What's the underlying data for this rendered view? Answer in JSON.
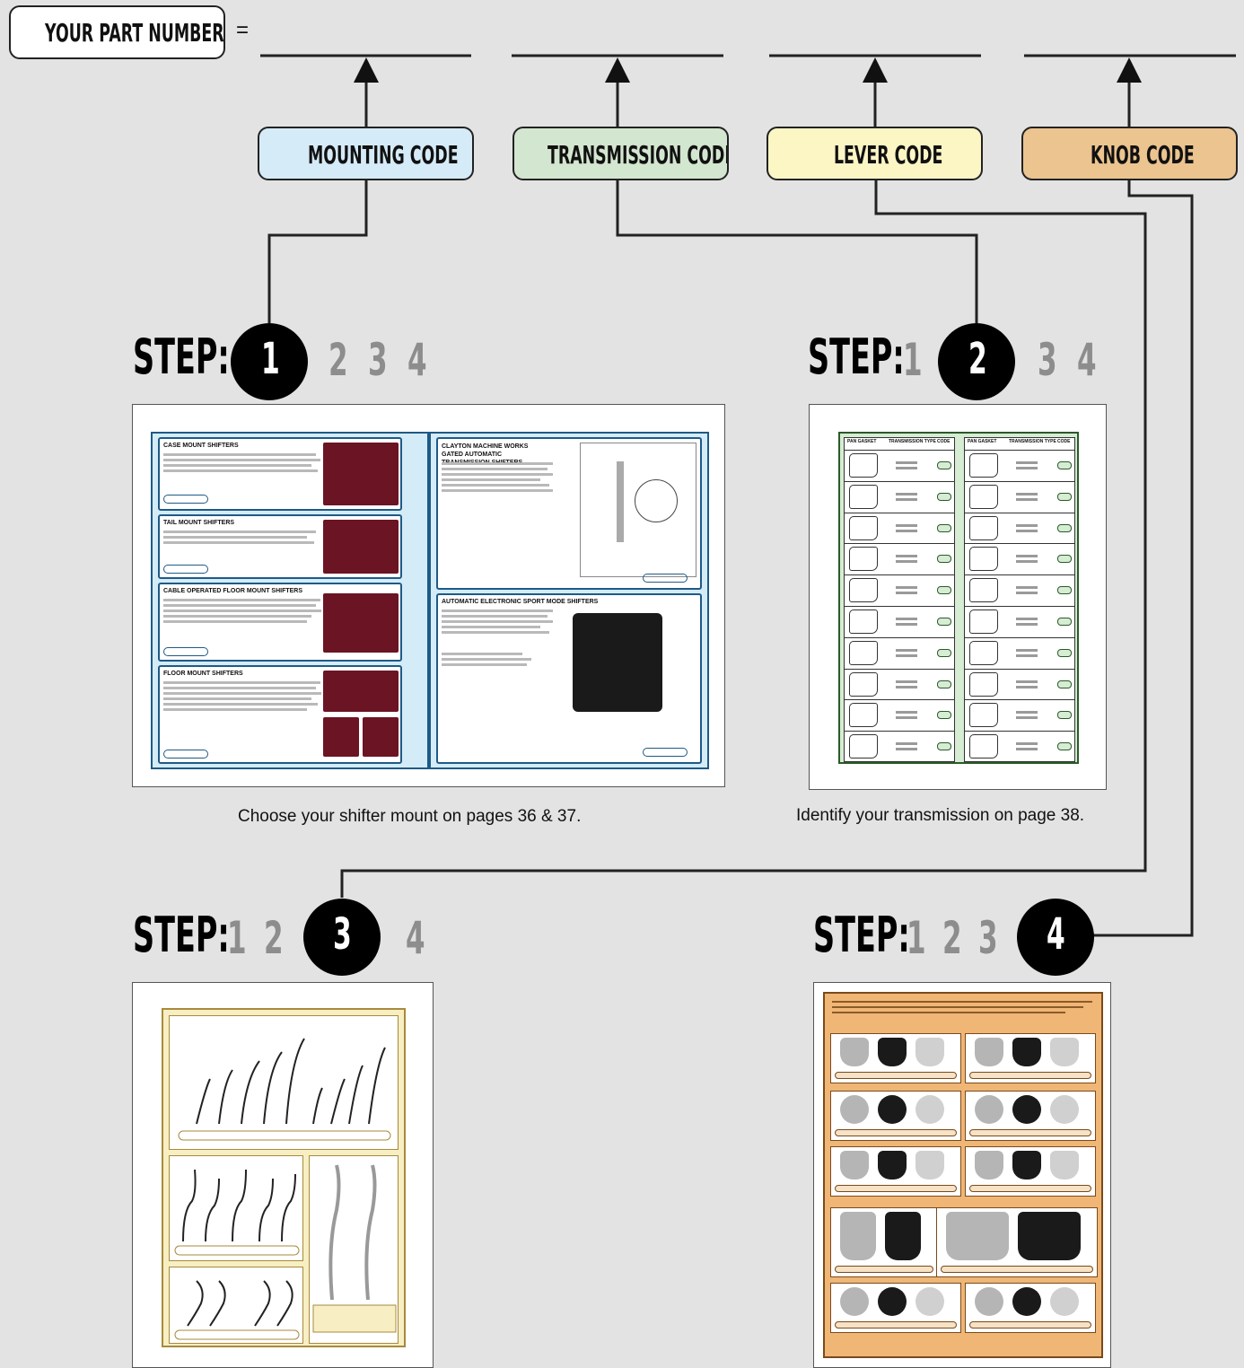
{
  "part_number": {
    "label": "YOUR  PART NUMBER",
    "equals": "="
  },
  "codes": [
    {
      "label": "MOUNTING CODE",
      "color": "#d5ebf8"
    },
    {
      "label": "TRANSMISSION CODE",
      "color": "#d3e6cf"
    },
    {
      "label": "LEVER CODE",
      "color": "#fcf6c5"
    },
    {
      "label": "KNOB CODE",
      "color": "#ebc48f"
    }
  ],
  "steps": [
    {
      "label": "STEP:",
      "numbers": [
        "1",
        "2",
        "3",
        "4"
      ],
      "active": "1",
      "caption": "Choose your shifter mount on pages 36 & 37."
    },
    {
      "label": "STEP:",
      "numbers": [
        "1",
        "2",
        "3",
        "4"
      ],
      "active": "2",
      "caption": "Identify your transmission on page 38."
    },
    {
      "label": "STEP:",
      "numbers": [
        "1",
        "2",
        "3",
        "4"
      ],
      "active": "3"
    },
    {
      "label": "STEP:",
      "numbers": [
        "1",
        "2",
        "3",
        "4"
      ],
      "active": "4"
    }
  ],
  "thumbnails": {
    "mount_page": {
      "left_sections": [
        "CASE MOUNT SHIFTERS",
        "TAIL MOUNT SHIFTERS",
        "CABLE OPERATED FLOOR MOUNT SHIFTERS",
        "FLOOR MOUNT SHIFTERS"
      ],
      "right_sections": [
        "CLAYTON MACHINE WORKS GATED AUTOMATIC TRANSMISSION SHIFTERS",
        "AUTOMATIC ELECTRONIC SPORT MODE SHIFTERS"
      ],
      "colors": {
        "border": "#1f5a86",
        "panel": "#d4ecf7",
        "image": "#6b1424"
      }
    },
    "transmission_page": {
      "headers": [
        "PAN GASKET",
        "TRANSMISSION TYPE",
        "CODE"
      ],
      "colors": {
        "background": "#d6ecd3",
        "border": "#2a5a2a"
      }
    },
    "lever_page": {
      "colors": {
        "background": "#f7efc3",
        "border": "#a88a3c"
      }
    },
    "knob_page": {
      "colors": {
        "background": "#f0b676",
        "border": "#7a4a1a"
      }
    }
  }
}
